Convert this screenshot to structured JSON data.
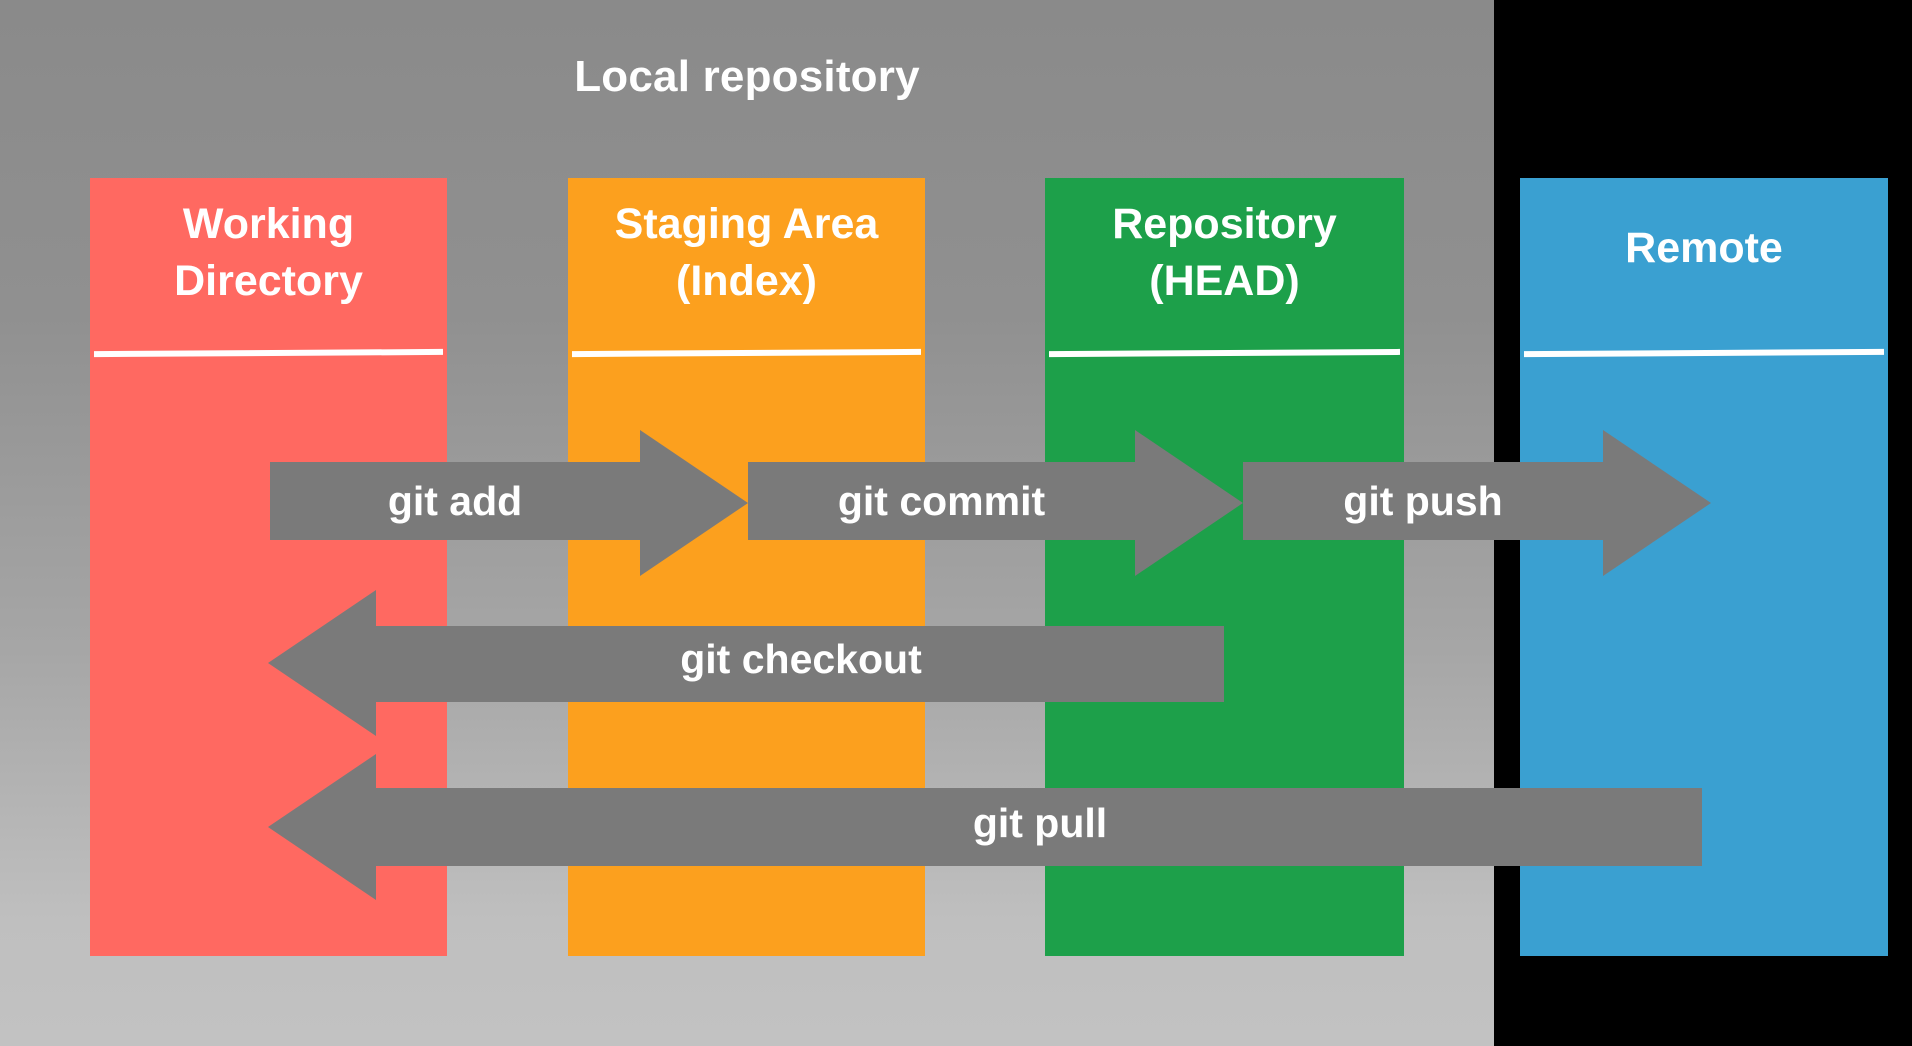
{
  "diagram": {
    "title": "Local repository",
    "background_color": "#8a8a8a",
    "arrow_color": "#7a7a7a",
    "label_color": "#ffffff"
  },
  "columns": [
    {
      "id": "working-directory",
      "label": "Working\nDirectory",
      "color": "#FF6961"
    },
    {
      "id": "staging-area",
      "label": "Staging Area\n(Index)",
      "color": "#FCA01E"
    },
    {
      "id": "repository-head",
      "label": "Repository\n(HEAD)",
      "color": "#1DA04A"
    },
    {
      "id": "remote",
      "label": "Remote",
      "color": "#3AA0D1"
    }
  ],
  "arrows": [
    {
      "id": "git-add",
      "label": "git add",
      "direction": "right",
      "from": "working-directory",
      "to": "staging-area"
    },
    {
      "id": "git-commit",
      "label": "git commit",
      "direction": "right",
      "from": "staging-area",
      "to": "repository-head"
    },
    {
      "id": "git-push",
      "label": "git push",
      "direction": "right",
      "from": "repository-head",
      "to": "remote"
    },
    {
      "id": "git-checkout",
      "label": "git checkout",
      "direction": "left",
      "from": "repository-head",
      "to": "working-directory"
    },
    {
      "id": "git-pull",
      "label": "git pull",
      "direction": "left",
      "from": "remote",
      "to": "working-directory"
    }
  ]
}
